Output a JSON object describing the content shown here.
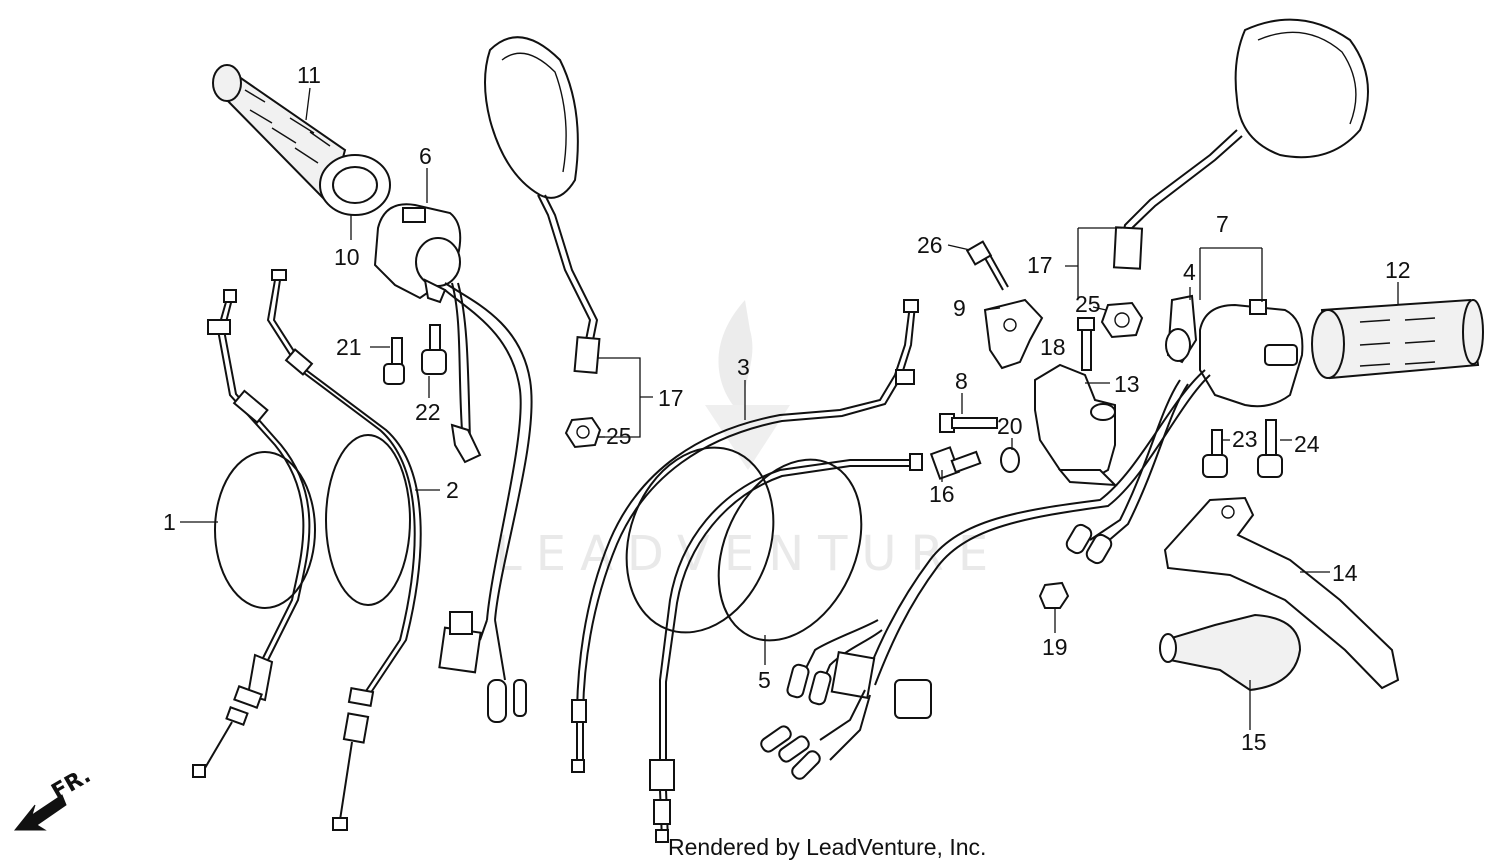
{
  "diagram": {
    "part_numbers": {
      "p1": "1",
      "p2": "2",
      "p3": "3",
      "p4": "4",
      "p5": "5",
      "p6": "6",
      "p7": "7",
      "p8": "8",
      "p9": "9",
      "p10": "10",
      "p11": "11",
      "p12": "12",
      "p13": "13",
      "p14": "14",
      "p15": "15",
      "p16": "16",
      "p17_left": "17",
      "p17_right": "17",
      "p18": "18",
      "p19": "19",
      "p20": "20",
      "p21": "21",
      "p22": "22",
      "p23": "23",
      "p24": "24",
      "p25_left": "25",
      "p25_right": "25",
      "p26": "26"
    },
    "direction_label": "FR.",
    "watermark": "LEADVENTURE",
    "credit": "Rendered by LeadVenture, Inc."
  }
}
